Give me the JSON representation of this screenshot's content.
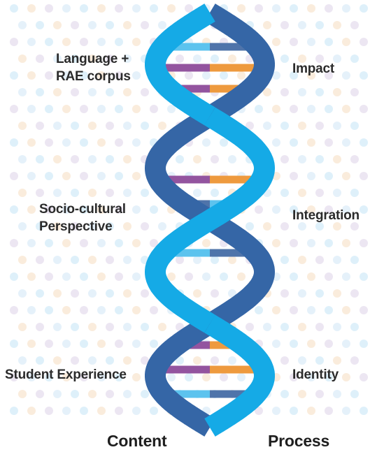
{
  "left_labels": {
    "language_line1": "Language +",
    "language_line2": "RAE corpus",
    "socio_line1": "Socio-cultural",
    "socio_line2": "Perspective",
    "student": "Student Experience"
  },
  "right_labels": {
    "impact": "Impact",
    "integration": "Integration",
    "identity": "Identity"
  },
  "bottom_labels": {
    "content": "Content",
    "process": "Process"
  },
  "colors": {
    "strand_light": "#15aae6",
    "strand_dark": "#3566a6",
    "rung_light_blue": "#5cc3ee",
    "rung_slate": "#4f74aa",
    "rung_purple": "#93549f",
    "rung_orange": "#ee9a3e",
    "dot_palette": [
      "#c3e4f6",
      "#f6dcc0",
      "#dcd2e8",
      "#cfe6f5"
    ]
  },
  "rungs": [
    [
      "light_blue",
      "slate"
    ],
    [
      "purple",
      "orange"
    ],
    [
      "purple",
      "orange"
    ],
    [
      "slate",
      "light_blue"
    ],
    [
      "purple",
      "orange"
    ],
    [
      "slate",
      "light_blue"
    ],
    [
      "orange",
      "purple"
    ],
    [
      "light_blue",
      "slate"
    ],
    [
      "slate",
      "light_blue"
    ],
    [
      "purple",
      "orange"
    ],
    [
      "purple",
      "orange"
    ],
    [
      "light_blue",
      "slate"
    ]
  ]
}
